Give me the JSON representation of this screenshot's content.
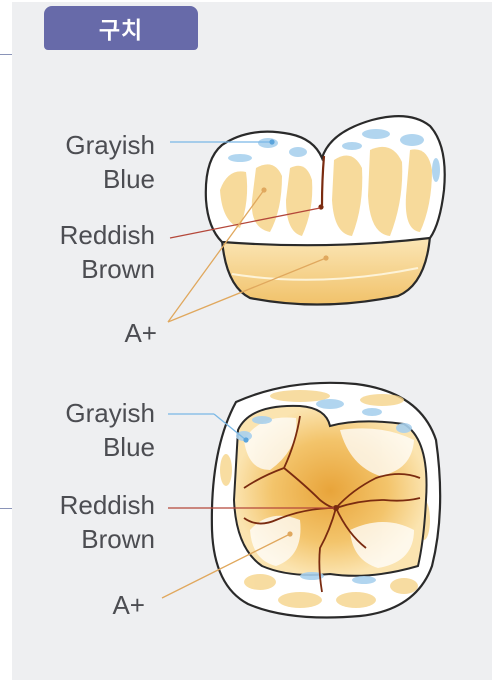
{
  "header": {
    "tag": "구치"
  },
  "colors": {
    "panel_bg": "#eeeff1",
    "tag_bg": "#676aa9",
    "leader_blue": "#7ab8e6",
    "leader_red": "#b4473a",
    "leader_gold": "#e0a85e",
    "enamel_blue": "#a8d0ee",
    "dentin_yellow": "#f4c96a",
    "fissure_brown": "#7a2b10"
  },
  "top_tooth": {
    "labels": {
      "grayish_line1": "Grayish",
      "grayish_line2": "Blue",
      "reddish_line1": "Reddish",
      "reddish_line2": "Brown",
      "a_plus": "A+"
    }
  },
  "bottom_tooth": {
    "labels": {
      "grayish_line1": "Grayish",
      "grayish_line2": "Blue",
      "reddish_line1": "Reddish",
      "reddish_line2": "Brown",
      "a_plus": "A+"
    }
  }
}
